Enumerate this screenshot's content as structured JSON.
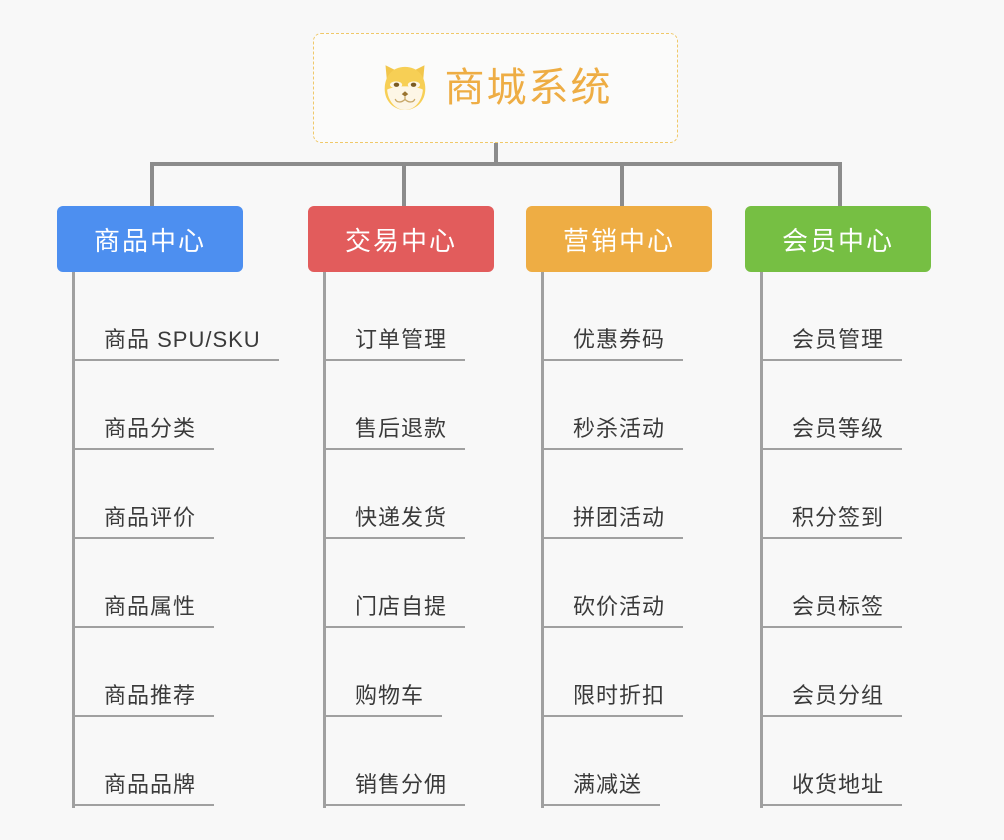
{
  "root": {
    "title": "商城系统",
    "icon": "shiba-dog-icon",
    "border_color": "#f0c868",
    "text_color": "#eead44"
  },
  "connector": {
    "color": "#8c8c8c"
  },
  "columns": [
    {
      "id": "product-center",
      "title": "商品中心",
      "color": "#4d8ff0",
      "items": [
        "商品 SPU/SKU",
        "商品分类",
        "商品评价",
        "商品属性",
        "商品推荐",
        "商品品牌"
      ]
    },
    {
      "id": "trade-center",
      "title": "交易中心",
      "color": "#e25c5c",
      "items": [
        "订单管理",
        "售后退款",
        "快递发货",
        "门店自提",
        "购物车",
        "销售分佣"
      ]
    },
    {
      "id": "marketing-center",
      "title": "营销中心",
      "color": "#eead44",
      "items": [
        "优惠券码",
        "秒杀活动",
        "拼团活动",
        "砍价活动",
        "限时折扣",
        "满减送"
      ]
    },
    {
      "id": "member-center",
      "title": "会员中心",
      "color": "#76bf43",
      "items": [
        "会员管理",
        "会员等级",
        "积分签到",
        "会员标签",
        "会员分组",
        "收货地址"
      ]
    }
  ]
}
